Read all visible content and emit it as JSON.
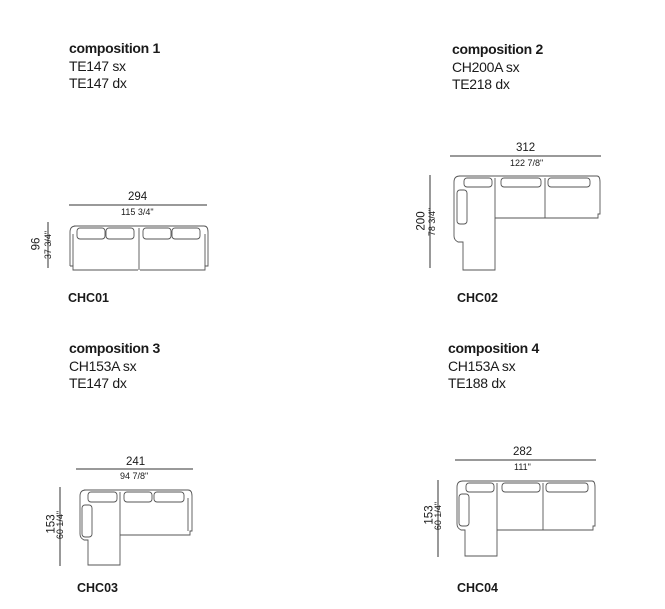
{
  "compositions": [
    {
      "title": "composition 1",
      "modules": [
        "TE147 sx",
        "TE147 dx"
      ],
      "width_cm": "294",
      "width_in": "115 3/4\"",
      "depth_cm": "96",
      "depth_in": "37 3/4\"",
      "code": "CHC01"
    },
    {
      "title": "composition 2",
      "modules": [
        "CH200A sx",
        "TE218 dx"
      ],
      "width_cm": "312",
      "width_in": "122 7/8\"",
      "depth_cm": "200",
      "depth_in": "78 3/4\"",
      "code": "CHC02"
    },
    {
      "title": "composition 3",
      "modules": [
        "CH153A sx",
        "TE147 dx"
      ],
      "width_cm": "241",
      "width_in": "94 7/8\"",
      "depth_cm": "153",
      "depth_in": "60 1/4\"",
      "code": "CHC03"
    },
    {
      "title": "composition 4",
      "modules": [
        "CH153A sx",
        "TE188 dx"
      ],
      "width_cm": "282",
      "width_in": "111\"",
      "depth_cm": "153",
      "depth_in": "60 1/4\"",
      "code": "CHC04"
    }
  ]
}
